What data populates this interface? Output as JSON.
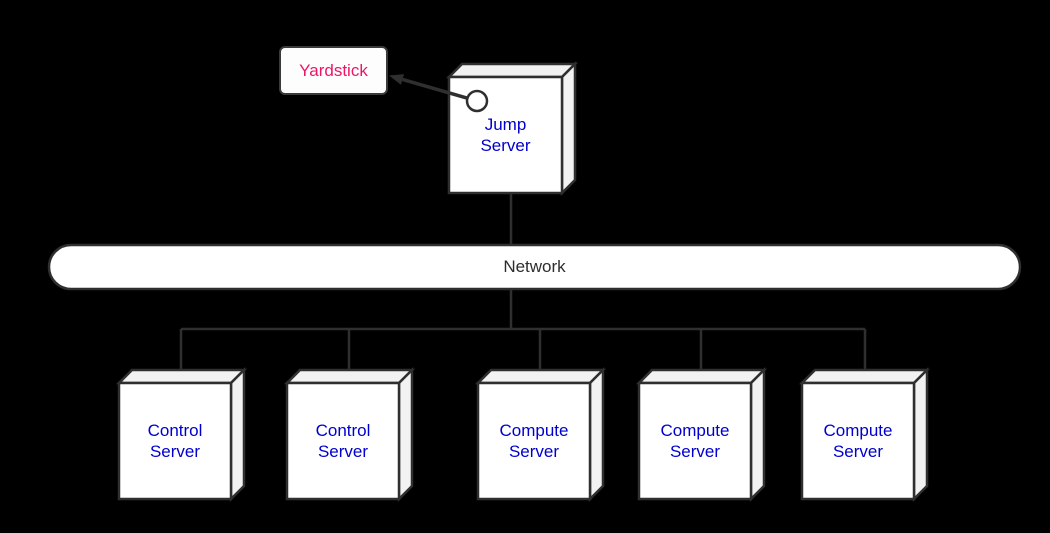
{
  "diagram": {
    "background": "#000000",
    "colors": {
      "node_fill": "#ffffff",
      "node_side_fill": "#f2f2f2",
      "node_border": "#2f2f2f",
      "connector": "#2f2f2f",
      "server_label": "#0000cd",
      "yardstick_label": "#ed1568",
      "network_label": "#2d2d2d"
    },
    "nodes": {
      "yardstick": {
        "label": "Yardstick",
        "shape": "rounded-rect"
      },
      "jump_server": {
        "label": "Jump\nServer",
        "shape": "box3d",
        "port": "circle"
      },
      "network": {
        "label": "Network",
        "shape": "pill"
      },
      "servers": [
        {
          "label": "Control\nServer",
          "shape": "box3d"
        },
        {
          "label": "Control\nServer",
          "shape": "box3d"
        },
        {
          "label": "Compute\nServer",
          "shape": "box3d"
        },
        {
          "label": "Compute\nServer",
          "shape": "box3d"
        },
        {
          "label": "Compute\nServer",
          "shape": "box3d"
        }
      ]
    },
    "edges": [
      {
        "from": "Jump Server",
        "to": "Yardstick",
        "style": "arrow"
      },
      {
        "from": "Jump Server",
        "to": "Network",
        "style": "line"
      },
      {
        "from": "Network",
        "to": "Control Server (1)",
        "style": "line"
      },
      {
        "from": "Network",
        "to": "Control Server (2)",
        "style": "line"
      },
      {
        "from": "Network",
        "to": "Compute Server (1)",
        "style": "line"
      },
      {
        "from": "Network",
        "to": "Compute Server (2)",
        "style": "line"
      },
      {
        "from": "Network",
        "to": "Compute Server (3)",
        "style": "line"
      }
    ]
  }
}
